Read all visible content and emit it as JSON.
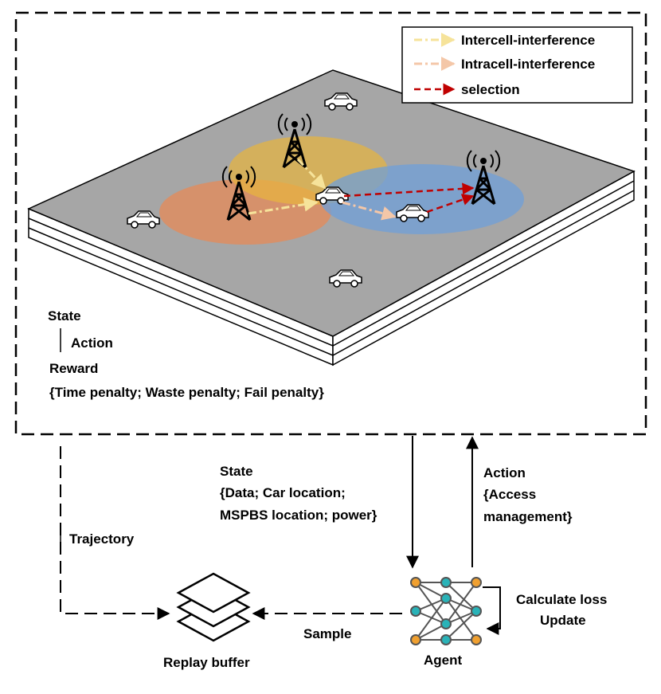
{
  "legend": {
    "items": [
      {
        "label": "Intercell-interference",
        "color": "#f6e39a",
        "style": "dash-dot"
      },
      {
        "label": "Intracell-interference",
        "color": "#f4c7a8",
        "style": "dash-dot"
      },
      {
        "label": "selection",
        "color": "#c00000",
        "style": "dashed"
      }
    ]
  },
  "environment": {
    "state_label": "State",
    "action_label": "Action",
    "reward_label": "Reward",
    "reward_detail": "{Time penalty; Waste penalty; Fail penalty}",
    "cell_colors": {
      "left": "#e58a57",
      "top": "#e8b53d",
      "right": "#6f9fd8"
    }
  },
  "flow": {
    "state_label": "State",
    "state_detail_1": "{Data; Car location;",
    "state_detail_2": "MSPBS location; power}",
    "action_label": "Action",
    "action_detail_1": "{Access",
    "action_detail_2": "management}",
    "trajectory_label": "Trajectory",
    "sample_label": "Sample",
    "loss_label_1": "Calculate loss",
    "loss_label_2": "Update"
  },
  "components": {
    "replay_buffer_label": "Replay buffer",
    "agent_label": "Agent"
  }
}
